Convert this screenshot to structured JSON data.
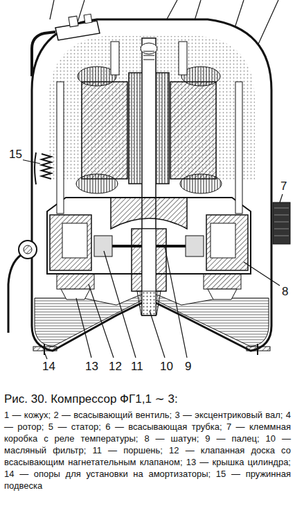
{
  "diagram": {
    "caption": "Рис. 30. Компрессор ФГ1,1 ∼ 3:",
    "labels": [
      "15",
      "7",
      "8",
      "14",
      "13",
      "12",
      "11",
      "10",
      "9",
      "1 — кожух;",
      "2 — всасывающий вентиль;",
      "3 — эксцентриковый вал;",
      "4 — ротор;",
      "5 — статор;",
      "6 — всасывающая трубка;",
      "7 — клеммная коробка с реле температуры;",
      "8 — шатун;",
      "9 — палец;",
      "10 — масляный фильтр;",
      "11 — поршень;",
      "12 — клапанная доска со всасывающим нагнетательным клапаном;",
      "13 — крышка цилиндра;",
      "14 — опоры для установки на амортизаторы;",
      "15 — пружинная подвеска"
    ]
  }
}
